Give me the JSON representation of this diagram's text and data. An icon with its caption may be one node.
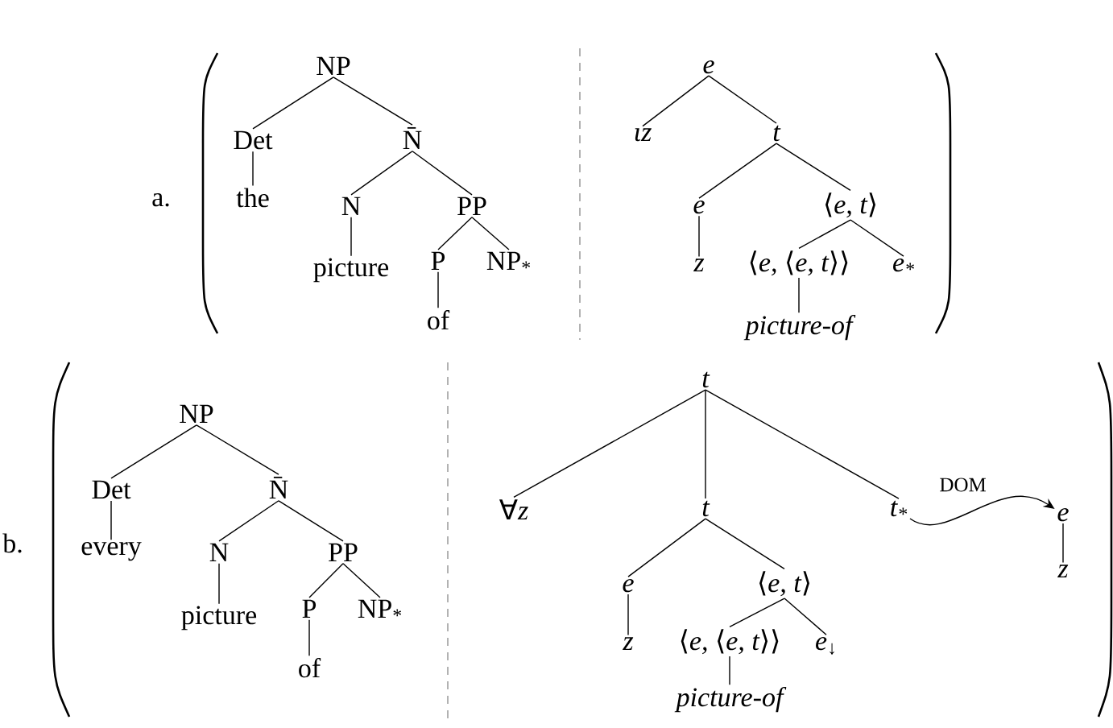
{
  "diagram": {
    "nodes": [
      {
        "text": [
          "NP"
        ]
      },
      {
        "text": [
          "Det"
        ]
      },
      {
        "text": [
          "N̄"
        ]
      },
      {
        "text": [
          "the"
        ]
      },
      {
        "text": [
          "N"
        ]
      },
      {
        "text": [
          "PP"
        ]
      },
      {
        "text": [
          "picture"
        ]
      },
      {
        "text": [
          "P"
        ]
      },
      {
        "text": [
          "NP$_{*}$"
        ]
      },
      {
        "text": [
          "of"
        ]
      },
      {
        "text": [
          "e"
        ]
      },
      {
        "text": [
          "ιz"
        ]
      },
      {
        "text": [
          "t"
        ]
      },
      {
        "text": [
          "e"
        ]
      },
      {
        "text": [
          "⟨e, t⟩"
        ]
      },
      {
        "text": [
          "z"
        ]
      },
      {
        "text": [
          "⟨e, ⟨e, t⟩⟩"
        ]
      },
      {
        "text": [
          "e$_{*}$"
        ]
      },
      {
        "text": [
          "picture-of"
        ]
      },
      {
        "text": [
          "NP"
        ]
      },
      {
        "text": [
          "Det"
        ]
      },
      {
        "text": [
          "N̄"
        ]
      },
      {
        "text": [
          "every"
        ]
      },
      {
        "text": [
          "N"
        ]
      },
      {
        "text": [
          "PP"
        ]
      },
      {
        "text": [
          "picture"
        ]
      },
      {
        "text": [
          "P"
        ]
      },
      {
        "text": [
          "NP$_{*}$"
        ]
      },
      {
        "text": [
          "of"
        ]
      },
      {
        "text": [
          "t"
        ]
      },
      {
        "text": [
          "∀z"
        ]
      },
      {
        "text": [
          "t"
        ]
      },
      {
        "text": [
          "t$_{*}$"
        ]
      },
      {
        "text": [
          "e"
        ]
      },
      {
        "text": [
          "e"
        ]
      },
      {
        "text": [
          "⟨e, t⟩"
        ]
      },
      {
        "text": [
          "z"
        ]
      },
      {
        "text": [
          "⟨e, ⟨e, t⟩⟩"
        ]
      },
      {
        "text": [
          "e$_{↓}$"
        ]
      },
      {
        "text": [
          "z"
        ]
      },
      {
        "text": [
          "picture-of"
        ]
      }
    ],
    "edges": [
      {
        "from": 0,
        "to": 1,
        "arrow": "none"
      },
      {
        "from": 0,
        "to": 2,
        "arrow": "none"
      },
      {
        "from": 1,
        "to": 3,
        "arrow": "none"
      },
      {
        "from": 2,
        "to": 4,
        "arrow": "none"
      },
      {
        "from": 2,
        "to": 5,
        "arrow": "none"
      },
      {
        "from": 4,
        "to": 6,
        "arrow": "none"
      },
      {
        "from": 5,
        "to": 7,
        "arrow": "none"
      },
      {
        "from": 5,
        "to": 8,
        "arrow": "none"
      },
      {
        "from": 7,
        "to": 9,
        "arrow": "none"
      },
      {
        "from": 10,
        "to": 11,
        "arrow": "none"
      },
      {
        "from": 10,
        "to": 12,
        "arrow": "none"
      },
      {
        "from": 12,
        "to": 13,
        "arrow": "none"
      },
      {
        "from": 12,
        "to": 14,
        "arrow": "none"
      },
      {
        "from": 13,
        "to": 15,
        "arrow": "none"
      },
      {
        "from": 14,
        "to": 16,
        "arrow": "none"
      },
      {
        "from": 14,
        "to": 17,
        "arrow": "none"
      },
      {
        "from": 16,
        "to": 18,
        "arrow": "none"
      },
      {
        "from": 19,
        "to": 20,
        "arrow": "none"
      },
      {
        "from": 19,
        "to": 21,
        "arrow": "none"
      },
      {
        "from": 20,
        "to": 22,
        "arrow": "none"
      },
      {
        "from": 21,
        "to": 23,
        "arrow": "none"
      },
      {
        "from": 21,
        "to": 24,
        "arrow": "none"
      },
      {
        "from": 23,
        "to": 25,
        "arrow": "none"
      },
      {
        "from": 24,
        "to": 26,
        "arrow": "none"
      },
      {
        "from": 24,
        "to": 27,
        "arrow": "none"
      },
      {
        "from": 26,
        "to": 28,
        "arrow": "none"
      },
      {
        "from": 29,
        "to": 30,
        "arrow": "none"
      },
      {
        "from": 29,
        "to": 31,
        "arrow": "none"
      },
      {
        "from": 29,
        "to": 32,
        "arrow": "none"
      },
      {
        "from": 31,
        "to": 34,
        "arrow": "none"
      },
      {
        "from": 31,
        "to": 35,
        "arrow": "none"
      },
      {
        "from": 34,
        "to": 36,
        "arrow": "none"
      },
      {
        "from": 35,
        "to": 37,
        "arrow": "none"
      },
      {
        "from": 35,
        "to": 38,
        "arrow": "none"
      },
      {
        "from": 37,
        "to": 40,
        "arrow": "none"
      },
      {
        "from": 33,
        "to": 39,
        "arrow": "none"
      },
      {
        "from": 32,
        "to": 33,
        "arrow": "to",
        "label": "DOM"
      }
    ],
    "labels": [
      "a.",
      "b."
    ]
  }
}
